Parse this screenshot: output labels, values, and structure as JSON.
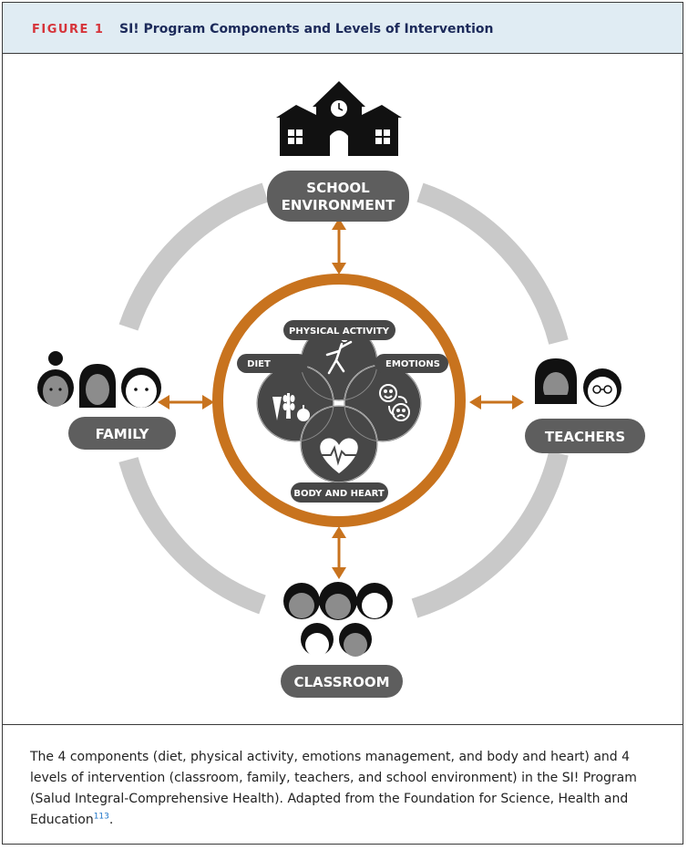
{
  "figure": {
    "label": "FIGURE 1",
    "title": "SI! Program Components and Levels of Intervention"
  },
  "levels": {
    "school_line1": "SCHOOL",
    "school_line2": "ENVIRONMENT",
    "family": "FAMILY",
    "teachers": "TEACHERS",
    "classroom": "CLASSROOM"
  },
  "components": {
    "physical_activity": "PHYSICAL ACTIVITY",
    "diet": "DIET",
    "emotions": "EMOTIONS",
    "body_and_heart": "BODY AND HEART"
  },
  "caption": {
    "text": "The 4 components (diet, physical activity, emotions management, and body and heart) and 4 levels of intervention (classroom, family, teachers, and school environment) in the SI! Program (Salud Integral-Comprehensive Health). Adapted from the Foundation for Science, Health and Education",
    "reference": "113",
    "end": "."
  },
  "colors": {
    "orange": "#c8731e",
    "gray_ring": "#c9c9c9",
    "dark": "#474747",
    "header_bg": "#e0ecf3",
    "label_red": "#d6343a",
    "title_navy": "#1c2a5a"
  },
  "icons": [
    "school-building-icon",
    "family-people-icon",
    "teachers-people-icon",
    "students-people-icon",
    "running-person-icon",
    "food-icon",
    "emotion-faces-icon",
    "heart-pulse-icon"
  ]
}
